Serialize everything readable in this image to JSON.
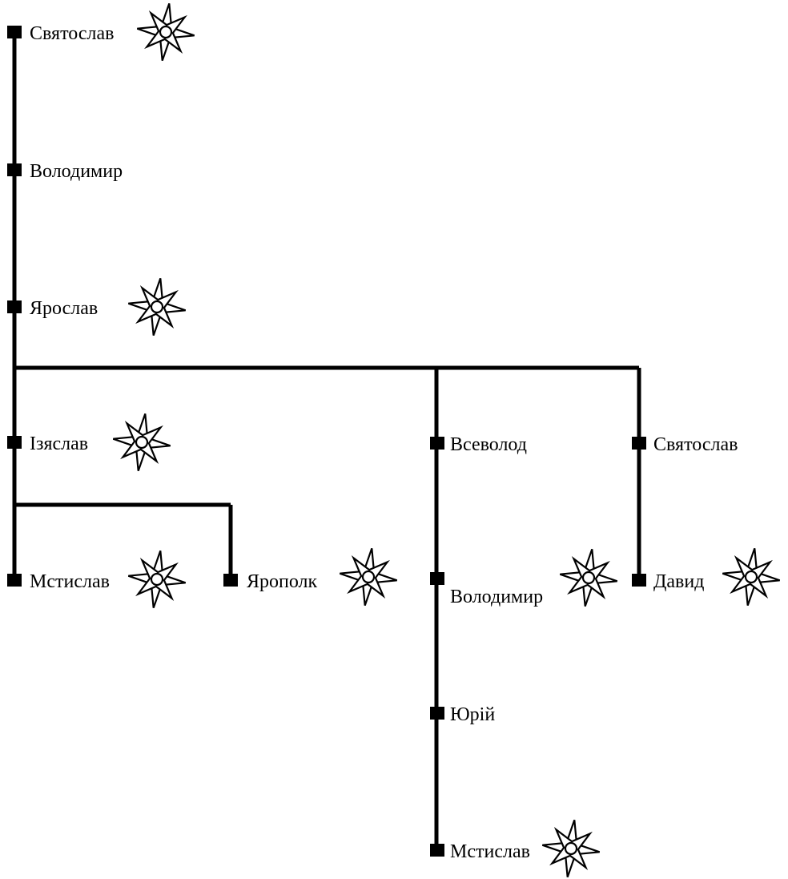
{
  "diagram": {
    "type": "genealogy-tree",
    "colors": {
      "line": "#000000",
      "node": "#000000",
      "background": "#ffffff"
    },
    "nodes": [
      {
        "id": "sviatoslav-1",
        "name": "Святослав",
        "star": true
      },
      {
        "id": "volodymyr-1",
        "name": "Володимир",
        "star": false
      },
      {
        "id": "yaroslav",
        "name": "Ярослав",
        "star": true
      },
      {
        "id": "iziaslav",
        "name": "Ізяслав",
        "star": true
      },
      {
        "id": "vsevolod",
        "name": "Всеволод",
        "star": false
      },
      {
        "id": "sviatoslav-2",
        "name": "Святослав",
        "star": false
      },
      {
        "id": "mstyslav-1",
        "name": "Мстислав",
        "star": true
      },
      {
        "id": "yaropolk",
        "name": "Ярополк",
        "star": true
      },
      {
        "id": "volodymyr-2",
        "name": "Володимир",
        "star": true
      },
      {
        "id": "david",
        "name": "Давид",
        "star": true
      },
      {
        "id": "yurii",
        "name": "Юрій",
        "star": false
      },
      {
        "id": "mstyslav-2",
        "name": "Мстислав",
        "star": true
      }
    ],
    "edges": [
      {
        "from": "sviatoslav-1",
        "to": "volodymyr-1"
      },
      {
        "from": "volodymyr-1",
        "to": "yaroslav"
      },
      {
        "from": "yaroslav",
        "to": "iziaslav"
      },
      {
        "from": "yaroslav",
        "to": "vsevolod"
      },
      {
        "from": "yaroslav",
        "to": "sviatoslav-2"
      },
      {
        "from": "iziaslav",
        "to": "mstyslav-1"
      },
      {
        "from": "iziaslav",
        "to": "yaropolk"
      },
      {
        "from": "vsevolod",
        "to": "volodymyr-2"
      },
      {
        "from": "sviatoslav-2",
        "to": "david"
      },
      {
        "from": "volodymyr-2",
        "to": "yurii"
      },
      {
        "from": "yurii",
        "to": "mstyslav-2"
      }
    ]
  }
}
